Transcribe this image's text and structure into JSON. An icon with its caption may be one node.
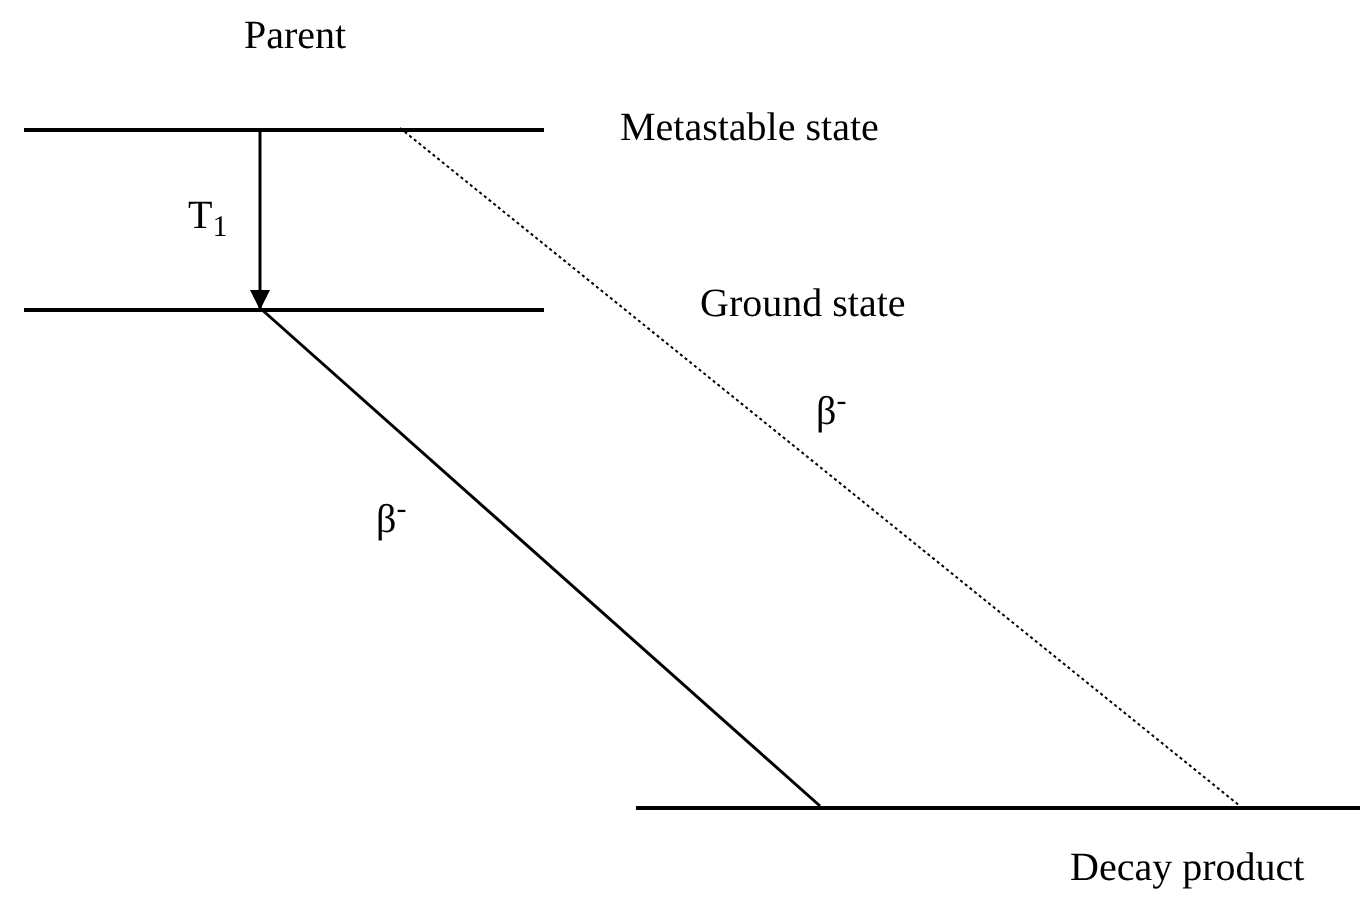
{
  "diagram": {
    "nodes": [
      {
        "text": [
          "Metastable state"
        ]
      },
      {
        "text": [
          "Ground state"
        ]
      },
      {
        "text": [
          "Decay product"
        ]
      }
    ],
    "edges": [
      {
        "from": 0,
        "to": 1,
        "arrow": "to",
        "label": "T$_{1}$"
      },
      {
        "from": 1,
        "to": 2,
        "arrow": "none",
        "label": "β$^{-}$"
      },
      {
        "from": 0,
        "to": 2,
        "arrow": "none",
        "style": "dashed",
        "label": "β$^{-}$"
      }
    ],
    "labels": [
      "Parent"
    ]
  }
}
